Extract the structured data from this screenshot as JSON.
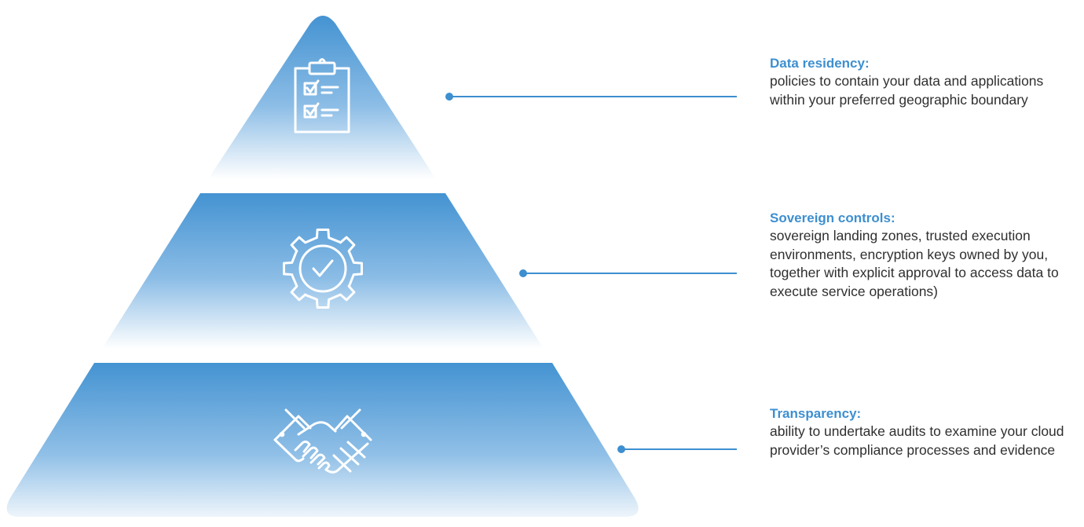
{
  "colors": {
    "accent": "#4493d2",
    "heading": "#3d8fd0",
    "body_text": "#2f2f2f",
    "icon_stroke": "#ffffff"
  },
  "tiers": [
    {
      "level": "top",
      "icon": "clipboard-checklist-icon",
      "title": "Data residency:",
      "description": "policies to contain your data and applications within your preferred geographic boundary"
    },
    {
      "level": "middle",
      "icon": "gear-check-icon",
      "title": "Sovereign controls:",
      "description": "sovereign landing zones, trusted execution environments, encryption keys owned by you, together with explicit approval to access data to execute service operations)"
    },
    {
      "level": "bottom",
      "icon": "handshake-icon",
      "title": "Transparency:",
      "description": "ability to undertake audits to examine your cloud provider’s compliance processes and evidence"
    }
  ]
}
